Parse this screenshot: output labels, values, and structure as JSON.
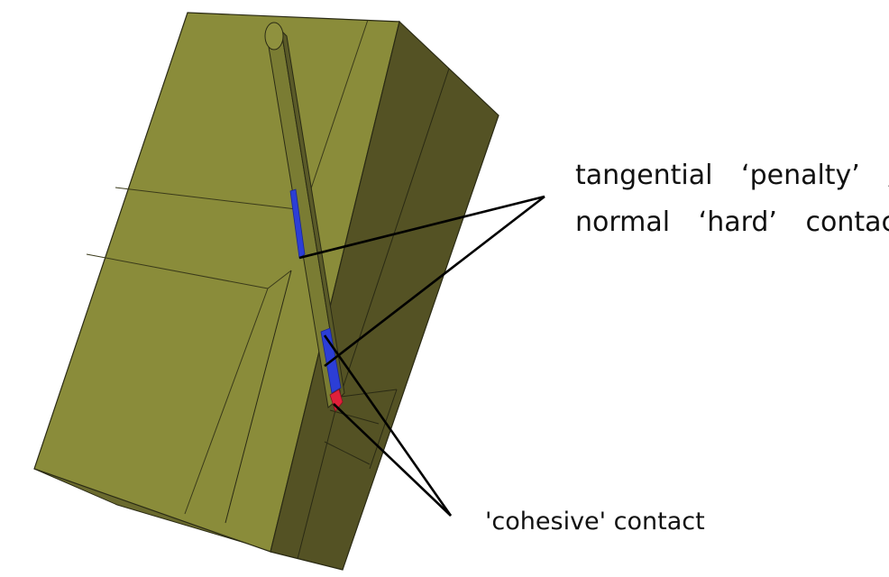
{
  "labels": {
    "tangential_line1": "tangential ‘penalty’ /",
    "tangential_line2": "normal ‘hard’ contact",
    "cohesive": "'cohesive' contact"
  },
  "colors": {
    "block_front": "#8a8c3a",
    "block_front_light": "#8f913e",
    "block_side": "#545224",
    "block_side_dark": "#4a4920",
    "edge": "#2a2a14",
    "penalty_contact": "#2c3ed6",
    "cohesive_contact": "#e0203a",
    "leader": "#000000"
  },
  "icons": {
    "block": "3d-block-model-icon",
    "borehole": "borehole-channel-icon"
  }
}
